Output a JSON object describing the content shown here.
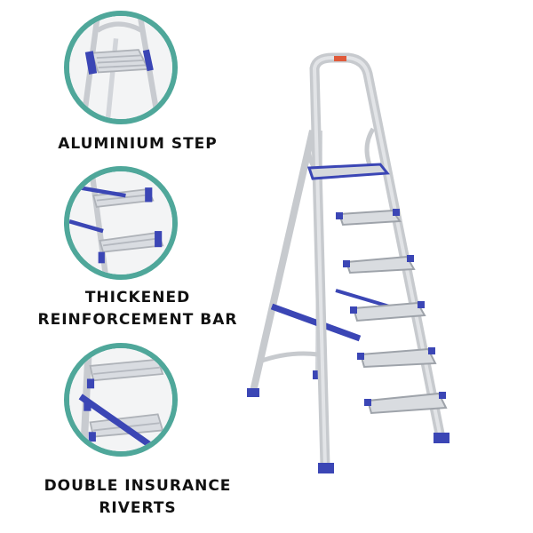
{
  "features": [
    {
      "id": "aluminium-step",
      "caption_lines": [
        "ALUMINIUM STEP"
      ]
    },
    {
      "id": "reinforcement-bar",
      "caption_lines": [
        "THICKENED",
        "REINFORCEMENT BAR"
      ]
    },
    {
      "id": "double-rivets",
      "caption_lines": [
        "DOUBLE INSURANCE",
        "RIVERTS"
      ]
    }
  ],
  "colors": {
    "ring": "#4fa79a",
    "aluminium": "#c9ccd1",
    "accent_blue": "#3b46b5"
  },
  "product": {
    "icon": "step-ladder-icon",
    "steps": 6
  }
}
